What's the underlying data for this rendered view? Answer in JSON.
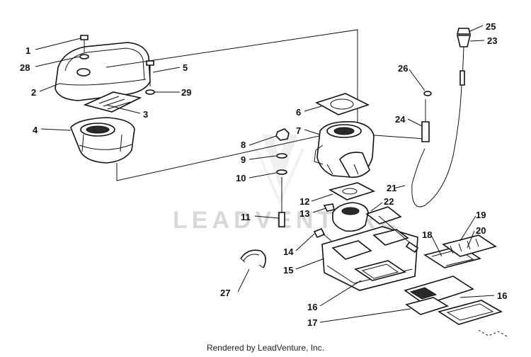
{
  "watermark": "LEADVENTURE",
  "credit": "Rendered by LeadVenture, Inc.",
  "labels": {
    "p1": "1",
    "p2": "2",
    "p3": "3",
    "p4": "4",
    "p5": "5",
    "p6": "6",
    "p7": "7",
    "p8": "8",
    "p9": "9",
    "p10": "10",
    "p11": "11",
    "p12": "12",
    "p13": "13",
    "p14": "14",
    "p15": "15",
    "p16a": "16",
    "p16b": "16",
    "p17": "17",
    "p18": "18",
    "p19": "19",
    "p20": "20",
    "p21": "21",
    "p22": "22",
    "p23": "23",
    "p24": "24",
    "p25": "25",
    "p26": "26",
    "p27": "27",
    "p28": "28",
    "p29": "29"
  }
}
